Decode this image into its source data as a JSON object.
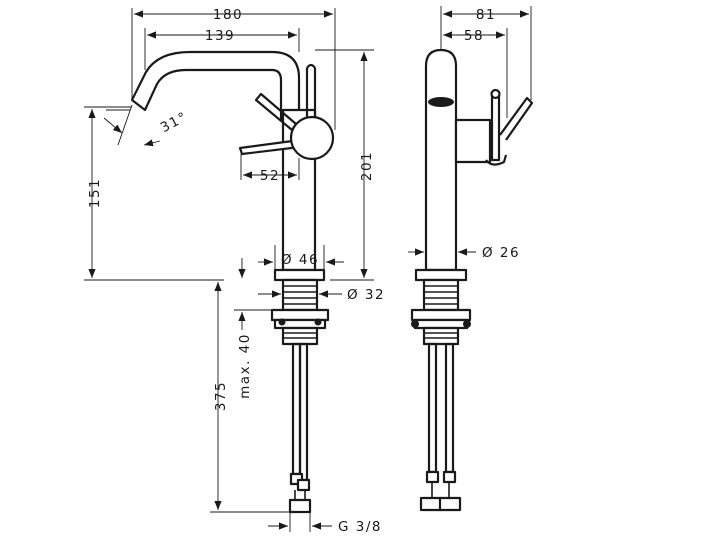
{
  "dimensions": {
    "width_total": "180",
    "spout_reach": "139",
    "angle": "31°",
    "lever_offset": "52",
    "height_base_to_spout": "151",
    "height_total": "201",
    "body_diameter": "Ø 46",
    "shank_diameter": "Ø 32",
    "max_thickness": "max. 40",
    "hose_length": "375",
    "connection": "G 3/8",
    "side_depth": "81",
    "side_spout_axis": "58",
    "side_diameter": "Ø 26"
  }
}
